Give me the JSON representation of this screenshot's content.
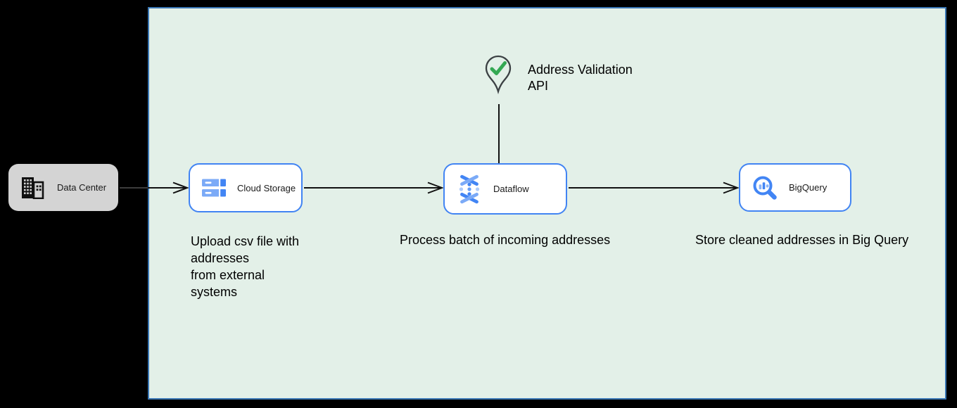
{
  "colors": {
    "background": "#000000",
    "boundary_fill": "#e3f0e8",
    "boundary_border": "#3a77b5",
    "node_border": "#4184f3",
    "node_fill": "#ffffff",
    "datacenter_fill": "#d4d4d4",
    "edge": "#111111",
    "check_green": "#34a853",
    "icon_blue": "#4285f4",
    "icon_blue_light": "#7baaf7",
    "pin_outline": "#3b4043"
  },
  "nodes": {
    "data_center": {
      "label": "Data Center",
      "icon": "building-icon"
    },
    "cloud_storage": {
      "label": "Cloud Storage",
      "icon": "cloud-storage-icon"
    },
    "dataflow": {
      "label": "Dataflow",
      "icon": "dataflow-icon"
    },
    "bigquery": {
      "label": "BigQuery",
      "icon": "bigquery-icon"
    },
    "address_validation": {
      "label_lines": [
        "Address Validation",
        "API"
      ],
      "icon": "map-pin-check-icon"
    }
  },
  "captions": {
    "cloud_storage_lines": [
      "Upload csv file with",
      "addresses",
      "from external",
      "systems"
    ],
    "dataflow": "Process batch of incoming addresses",
    "bigquery": "Store cleaned addresses in Big Query"
  },
  "edges": [
    {
      "from": "data-center",
      "to": "cloud-storage",
      "arrow": "open"
    },
    {
      "from": "cloud-storage",
      "to": "dataflow",
      "arrow": "open"
    },
    {
      "from": "dataflow",
      "to": "bigquery",
      "arrow": "open"
    },
    {
      "from": "address-validation-api",
      "to": "dataflow",
      "arrow": "none"
    }
  ]
}
